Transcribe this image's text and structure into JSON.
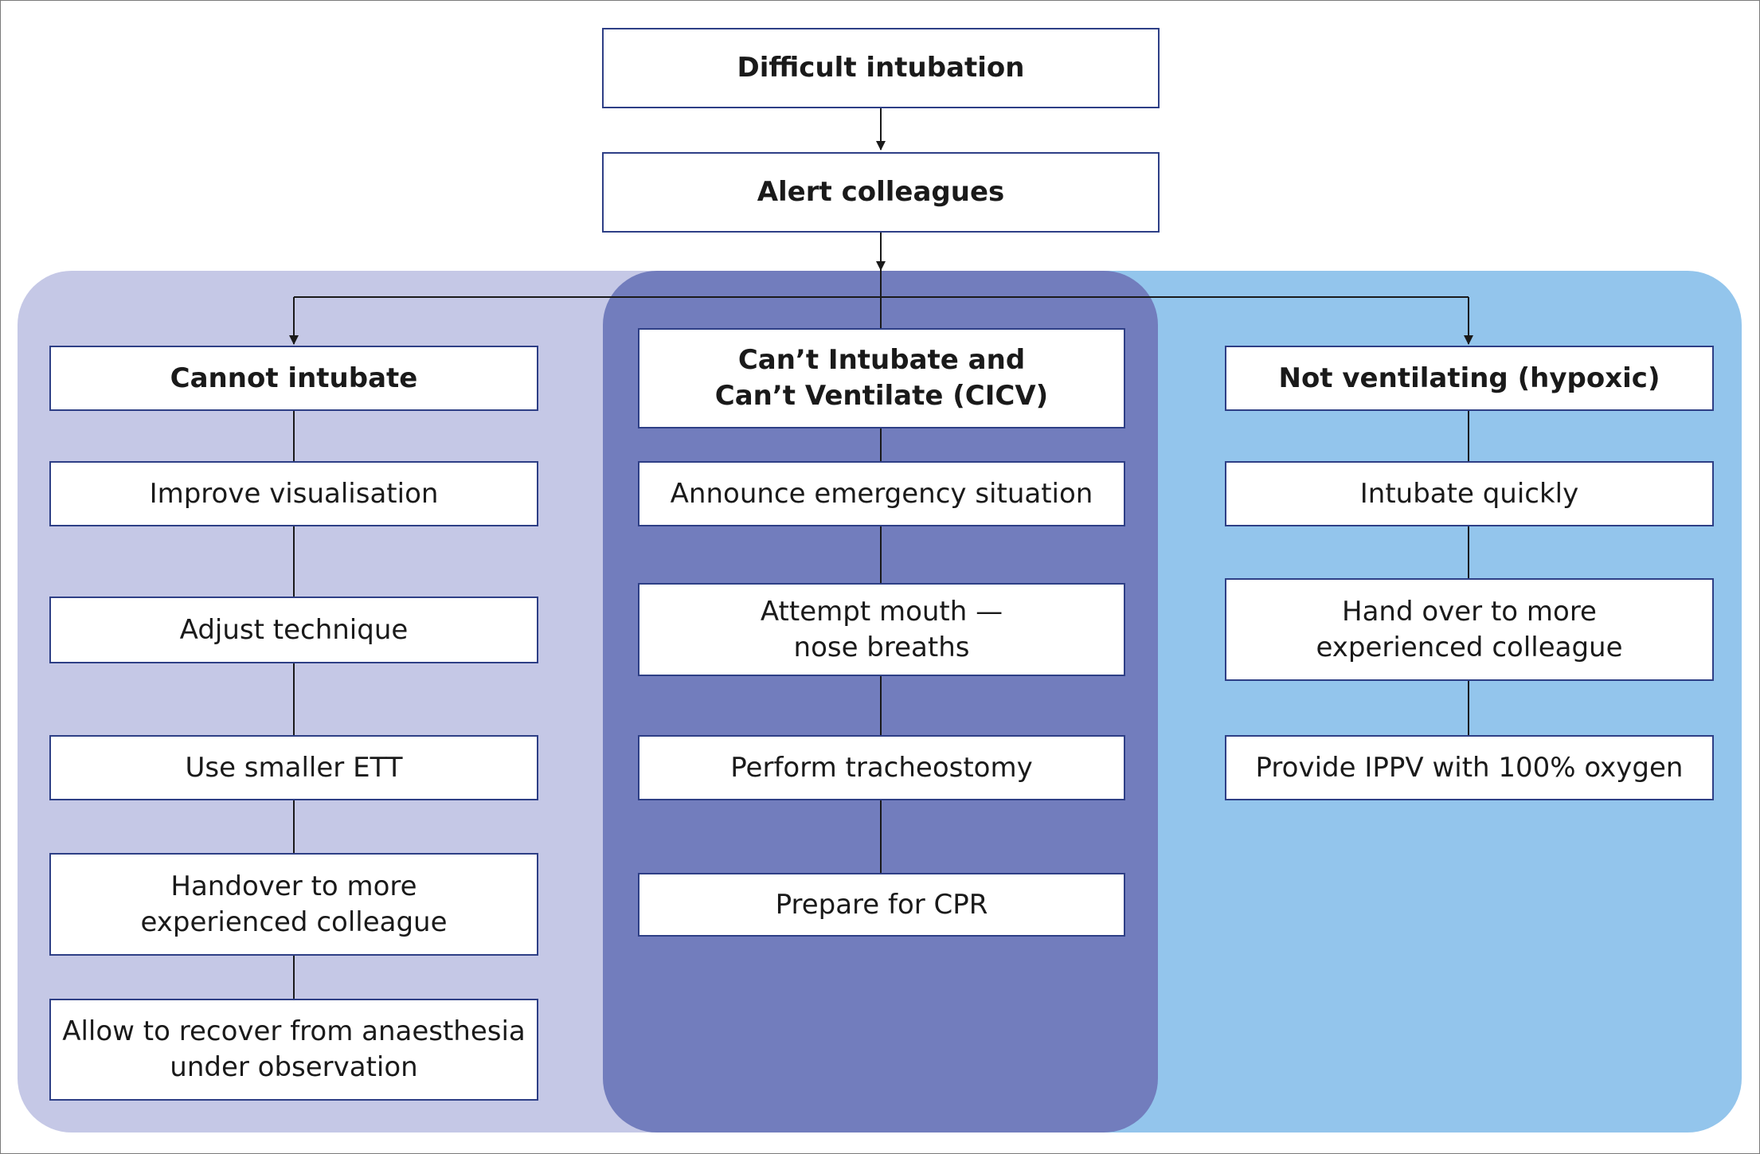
{
  "colors": {
    "box_border": "#2e3f86",
    "left_panel": "#c5c8e6",
    "middle_panel": "#727dbd",
    "right_panel": "#93c5ec",
    "connector": "#1a1a1a"
  },
  "top": {
    "difficult": "Difficult intubation",
    "alert": "Alert colleagues"
  },
  "left": {
    "title": "Cannot intubate",
    "steps": [
      "Improve visualisation",
      "Adjust technique",
      "Use smaller ETT",
      [
        "Handover to more",
        "experienced colleague"
      ],
      [
        "Allow to recover from anaesthesia",
        "under observation"
      ]
    ]
  },
  "middle": {
    "title": [
      "Can’t Intubate and",
      "Can’t Ventilate (CICV)"
    ],
    "steps": [
      "Announce emergency situation",
      [
        "Attempt mouth —",
        "nose breaths"
      ],
      "Perform tracheostomy",
      "Prepare for CPR"
    ]
  },
  "right": {
    "title": "Not ventilating (hypoxic)",
    "steps": [
      "Intubate quickly",
      [
        "Hand over to more",
        "experienced colleague"
      ],
      "Provide IPPV with 100% oxygen"
    ]
  }
}
